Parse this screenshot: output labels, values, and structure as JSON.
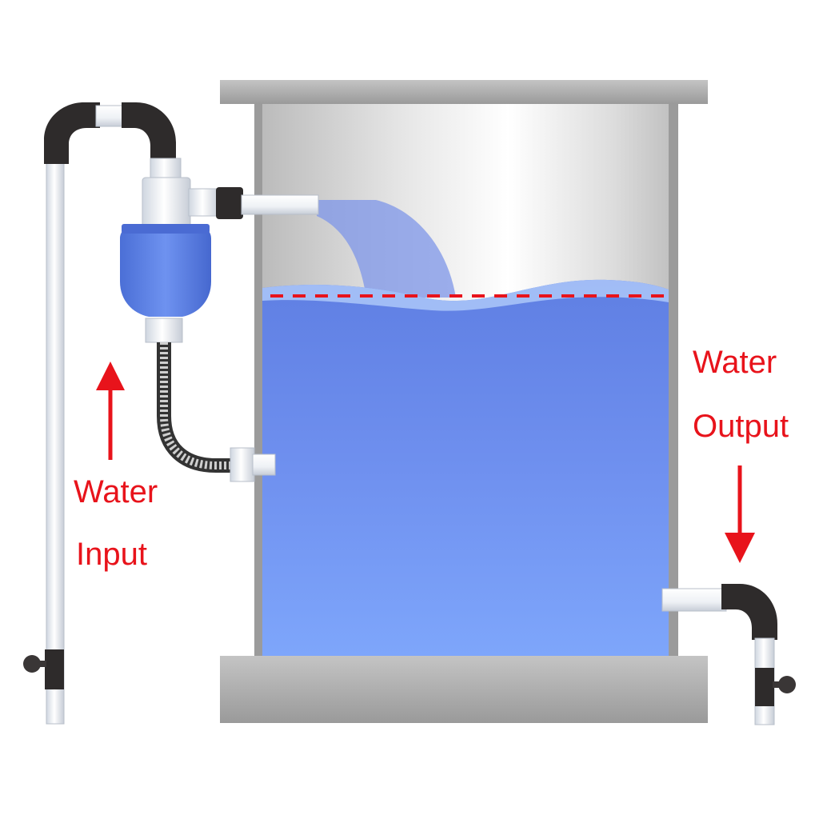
{
  "labels": {
    "input_line1": "Water",
    "input_line2": "Input",
    "output_line1": "Water",
    "output_line2": "Output"
  },
  "colors": {
    "label_red": "#e8131b",
    "water_blue": "#6e8ff0",
    "tank_gray": "#a3a3a3",
    "pipe_dark": "#2e2b2b",
    "valve_blue": "#5d86ea"
  },
  "icons": {
    "input_arrow": "arrow-up-icon",
    "output_arrow": "arrow-down-icon",
    "input_valve": "valve-handle-icon",
    "output_valve": "valve-handle-icon",
    "float_valve": "float-valve-icon"
  }
}
